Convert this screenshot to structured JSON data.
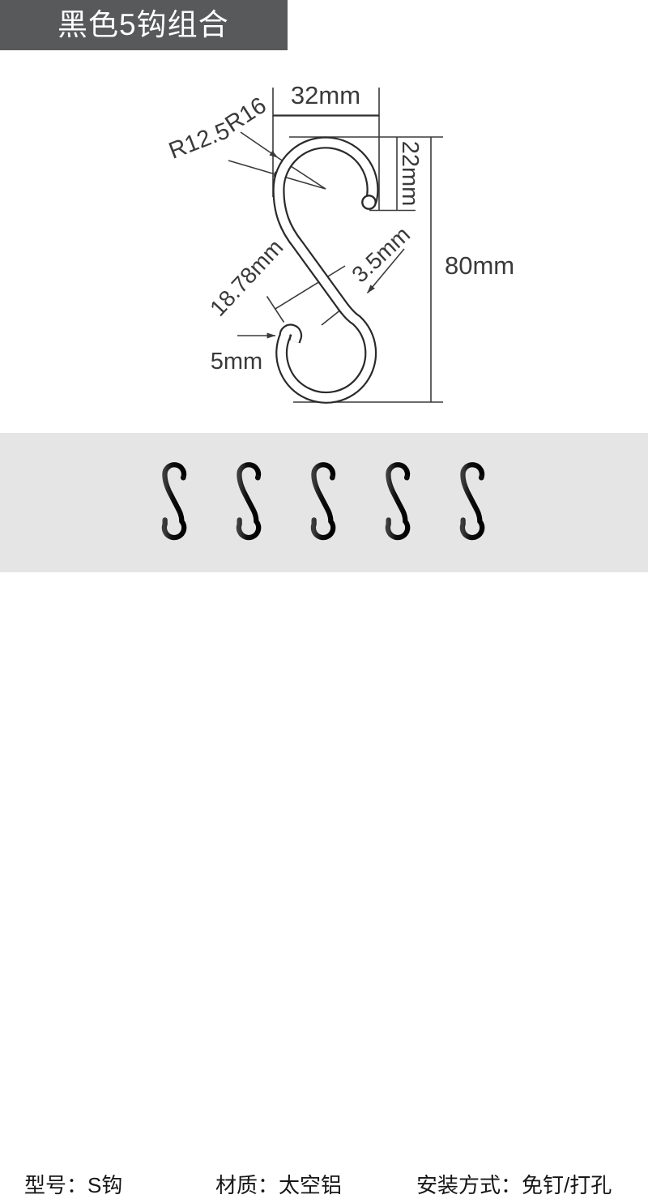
{
  "header": {
    "badge_label": "黑色5钩组合",
    "badge_bg": "#58595b",
    "badge_text_color": "#ffffff"
  },
  "diagram": {
    "line_color": "#3a3a3a",
    "wire_outline_color": "#2a2a2a",
    "dimensions": {
      "top_width": "32mm",
      "outer_radius": "R16",
      "inner_radius": "R12.5",
      "hook_depth": "22mm",
      "total_height": "80mm",
      "opening_gap": "18.78mm",
      "wire_thickness": "3.5mm",
      "tail_width": "5mm"
    }
  },
  "gallery": {
    "hook_count": 5,
    "hook_color": "#0d0d0d",
    "band_bg": "#e5e5e6"
  },
  "specs": {
    "model": "型号：S钩",
    "material": "材质：太空铝",
    "installation": "安装方式：免钉/打孔"
  }
}
